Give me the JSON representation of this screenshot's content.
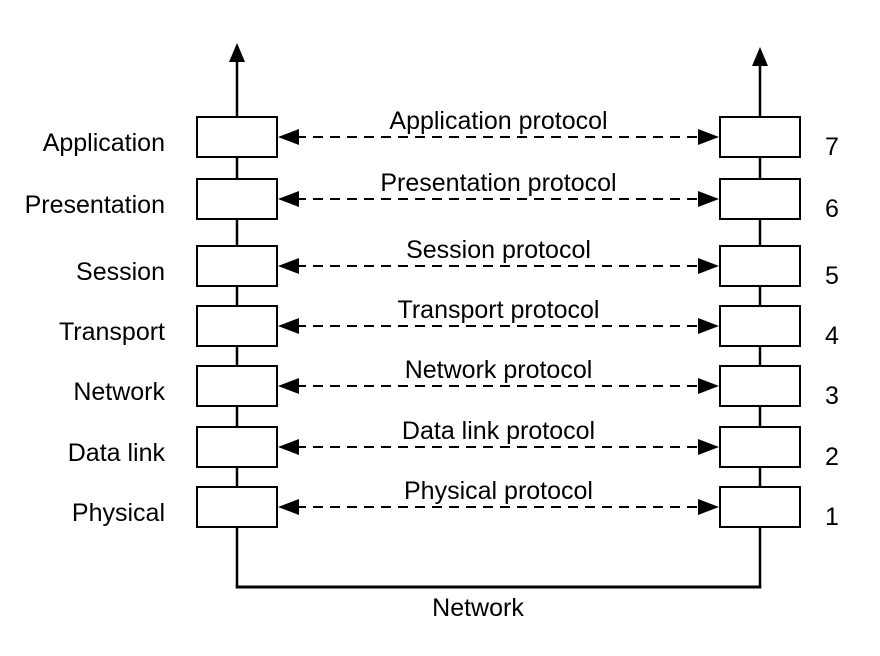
{
  "diagram": {
    "kind": "osi-reference-model",
    "colors": {
      "line": "#000000",
      "background": "#ffffff",
      "text": "#000000"
    },
    "layers": [
      {
        "name": "Application",
        "protocol_label": "Application protocol",
        "number": "7"
      },
      {
        "name": "Presentation",
        "protocol_label": "Presentation protocol",
        "number": "6"
      },
      {
        "name": "Session",
        "protocol_label": "Session protocol",
        "number": "5"
      },
      {
        "name": "Transport",
        "protocol_label": "Transport protocol",
        "number": "4"
      },
      {
        "name": "Network",
        "protocol_label": "Network protocol",
        "number": "3"
      },
      {
        "name": "Data link",
        "protocol_label": "Data link protocol",
        "number": "2"
      },
      {
        "name": "Physical",
        "protocol_label": "Physical protocol",
        "number": "1"
      }
    ],
    "bottom_label": "Network"
  }
}
